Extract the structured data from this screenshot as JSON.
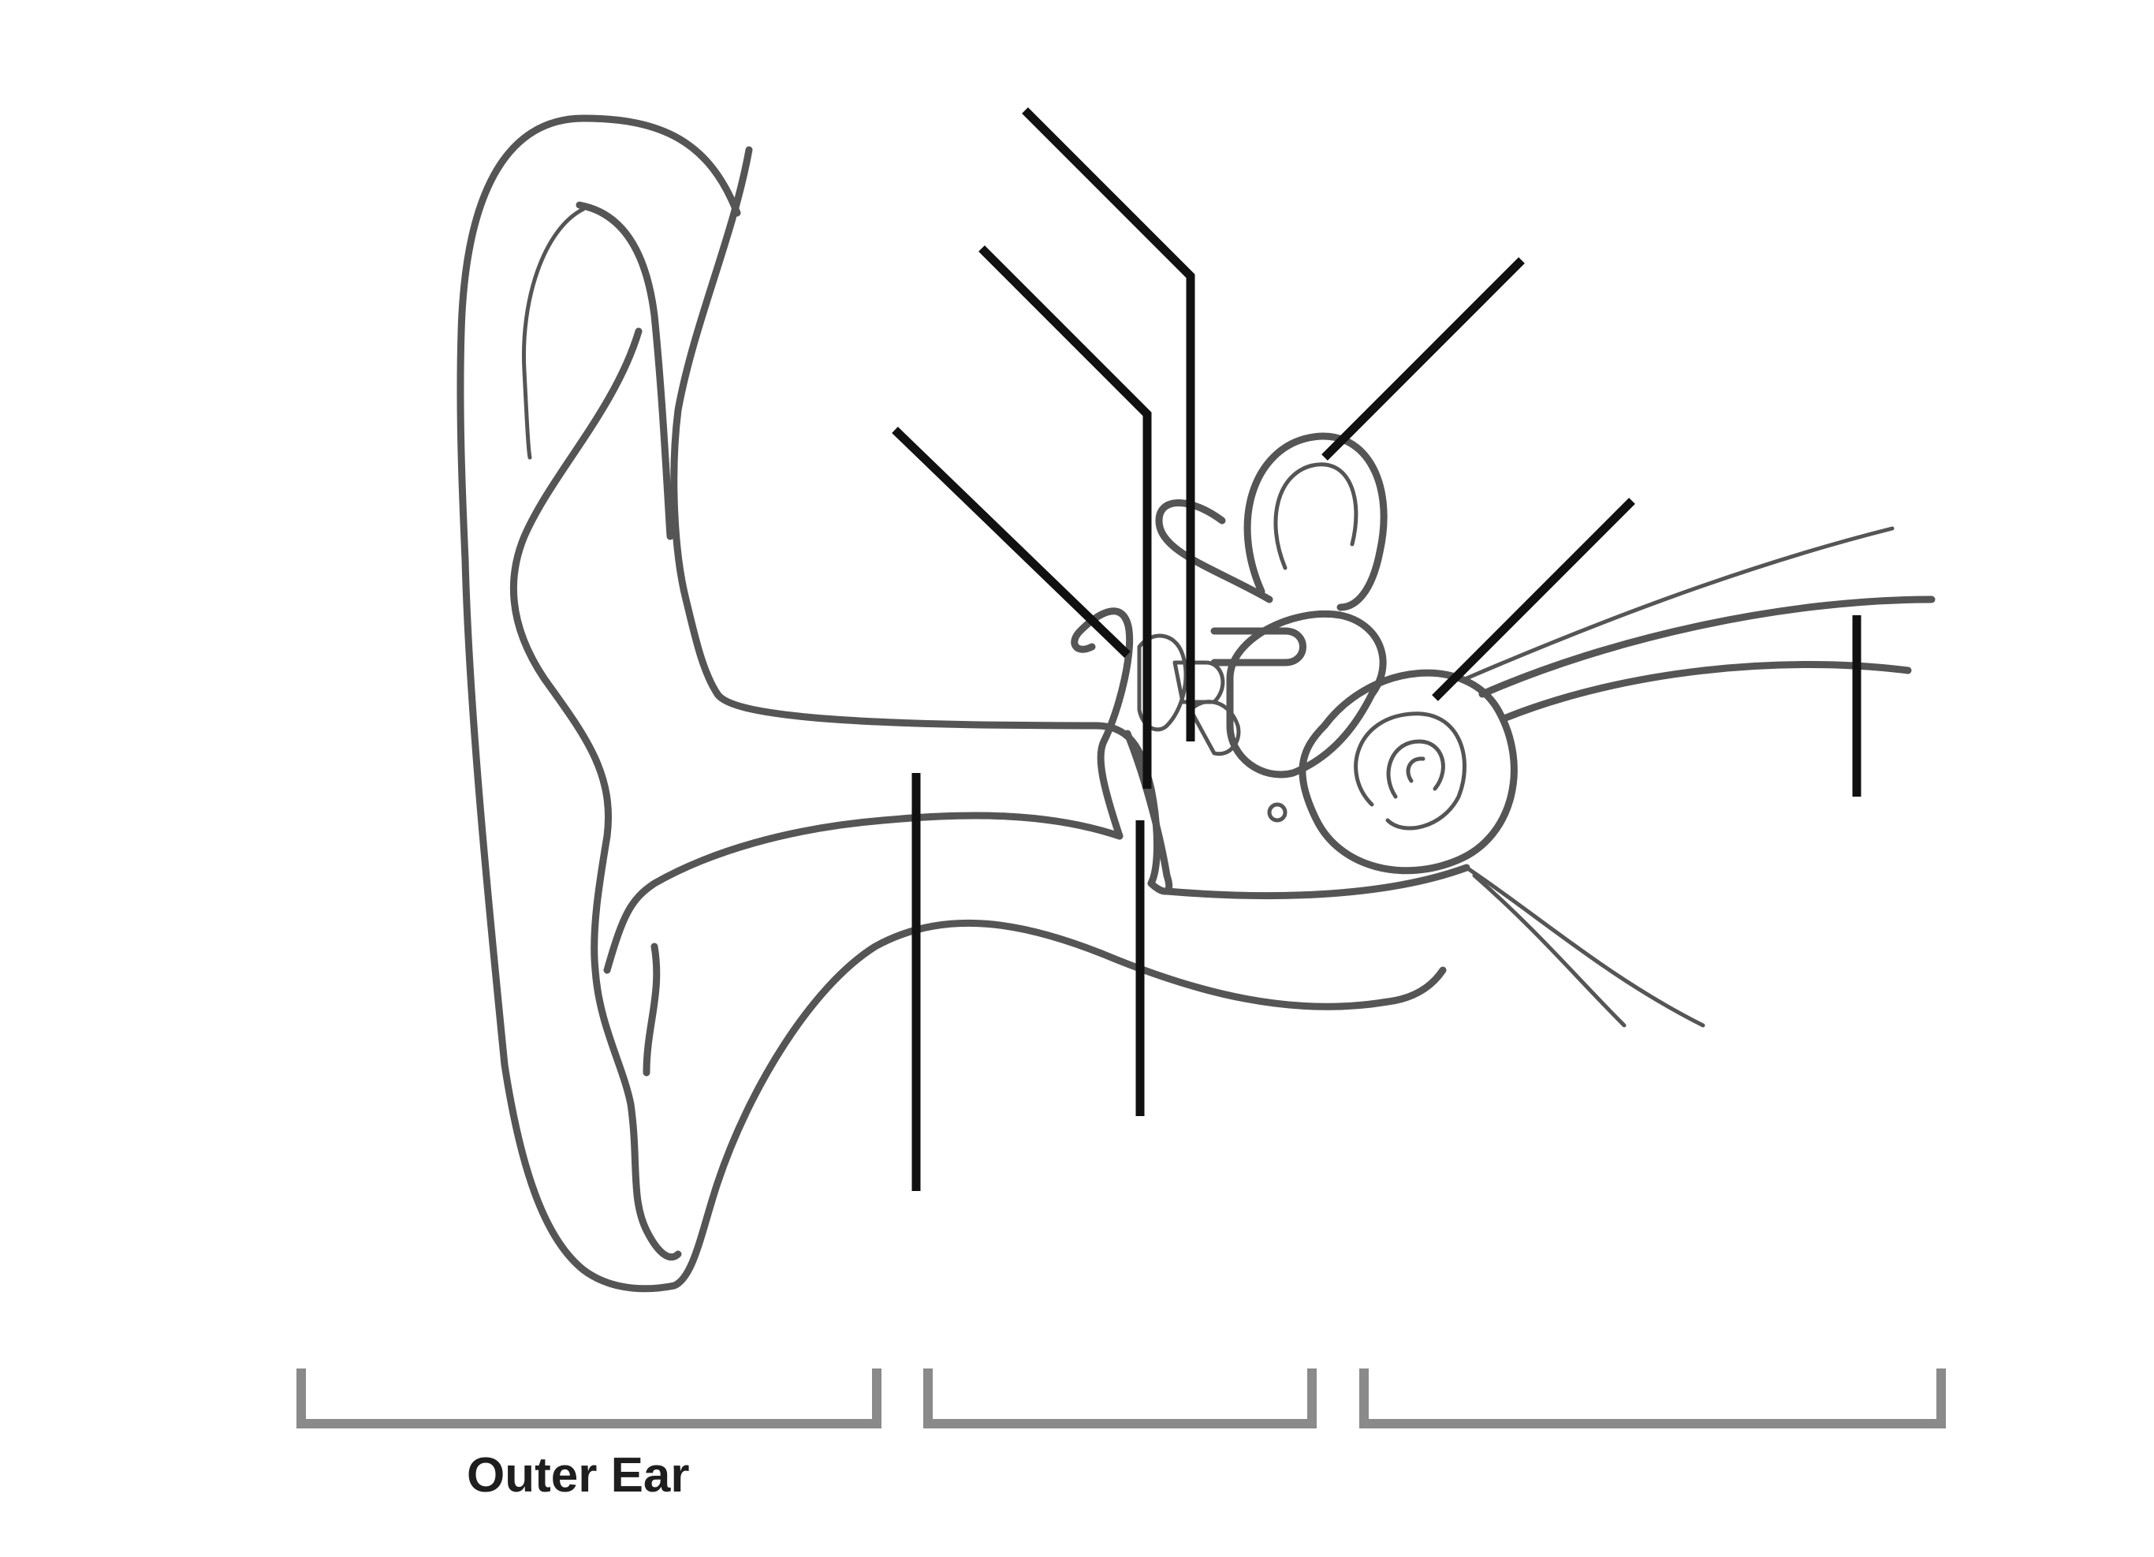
{
  "diagram": {
    "sections": [
      {
        "id": "outer",
        "label": "Outer Ear"
      },
      {
        "id": "middle",
        "label": ""
      },
      {
        "id": "inner",
        "label": ""
      }
    ],
    "callouts": [
      {
        "id": "callout-1",
        "label": ""
      },
      {
        "id": "callout-2",
        "label": ""
      },
      {
        "id": "callout-3",
        "label": ""
      },
      {
        "id": "callout-4",
        "label": ""
      },
      {
        "id": "callout-5",
        "label": ""
      },
      {
        "id": "callout-6",
        "label": ""
      },
      {
        "id": "callout-7",
        "label": ""
      },
      {
        "id": "callout-8",
        "label": ""
      }
    ],
    "colors": {
      "outline": "#555555",
      "leader": "#111111",
      "bracket": "#8a8a8a",
      "background": "#ffffff"
    }
  }
}
